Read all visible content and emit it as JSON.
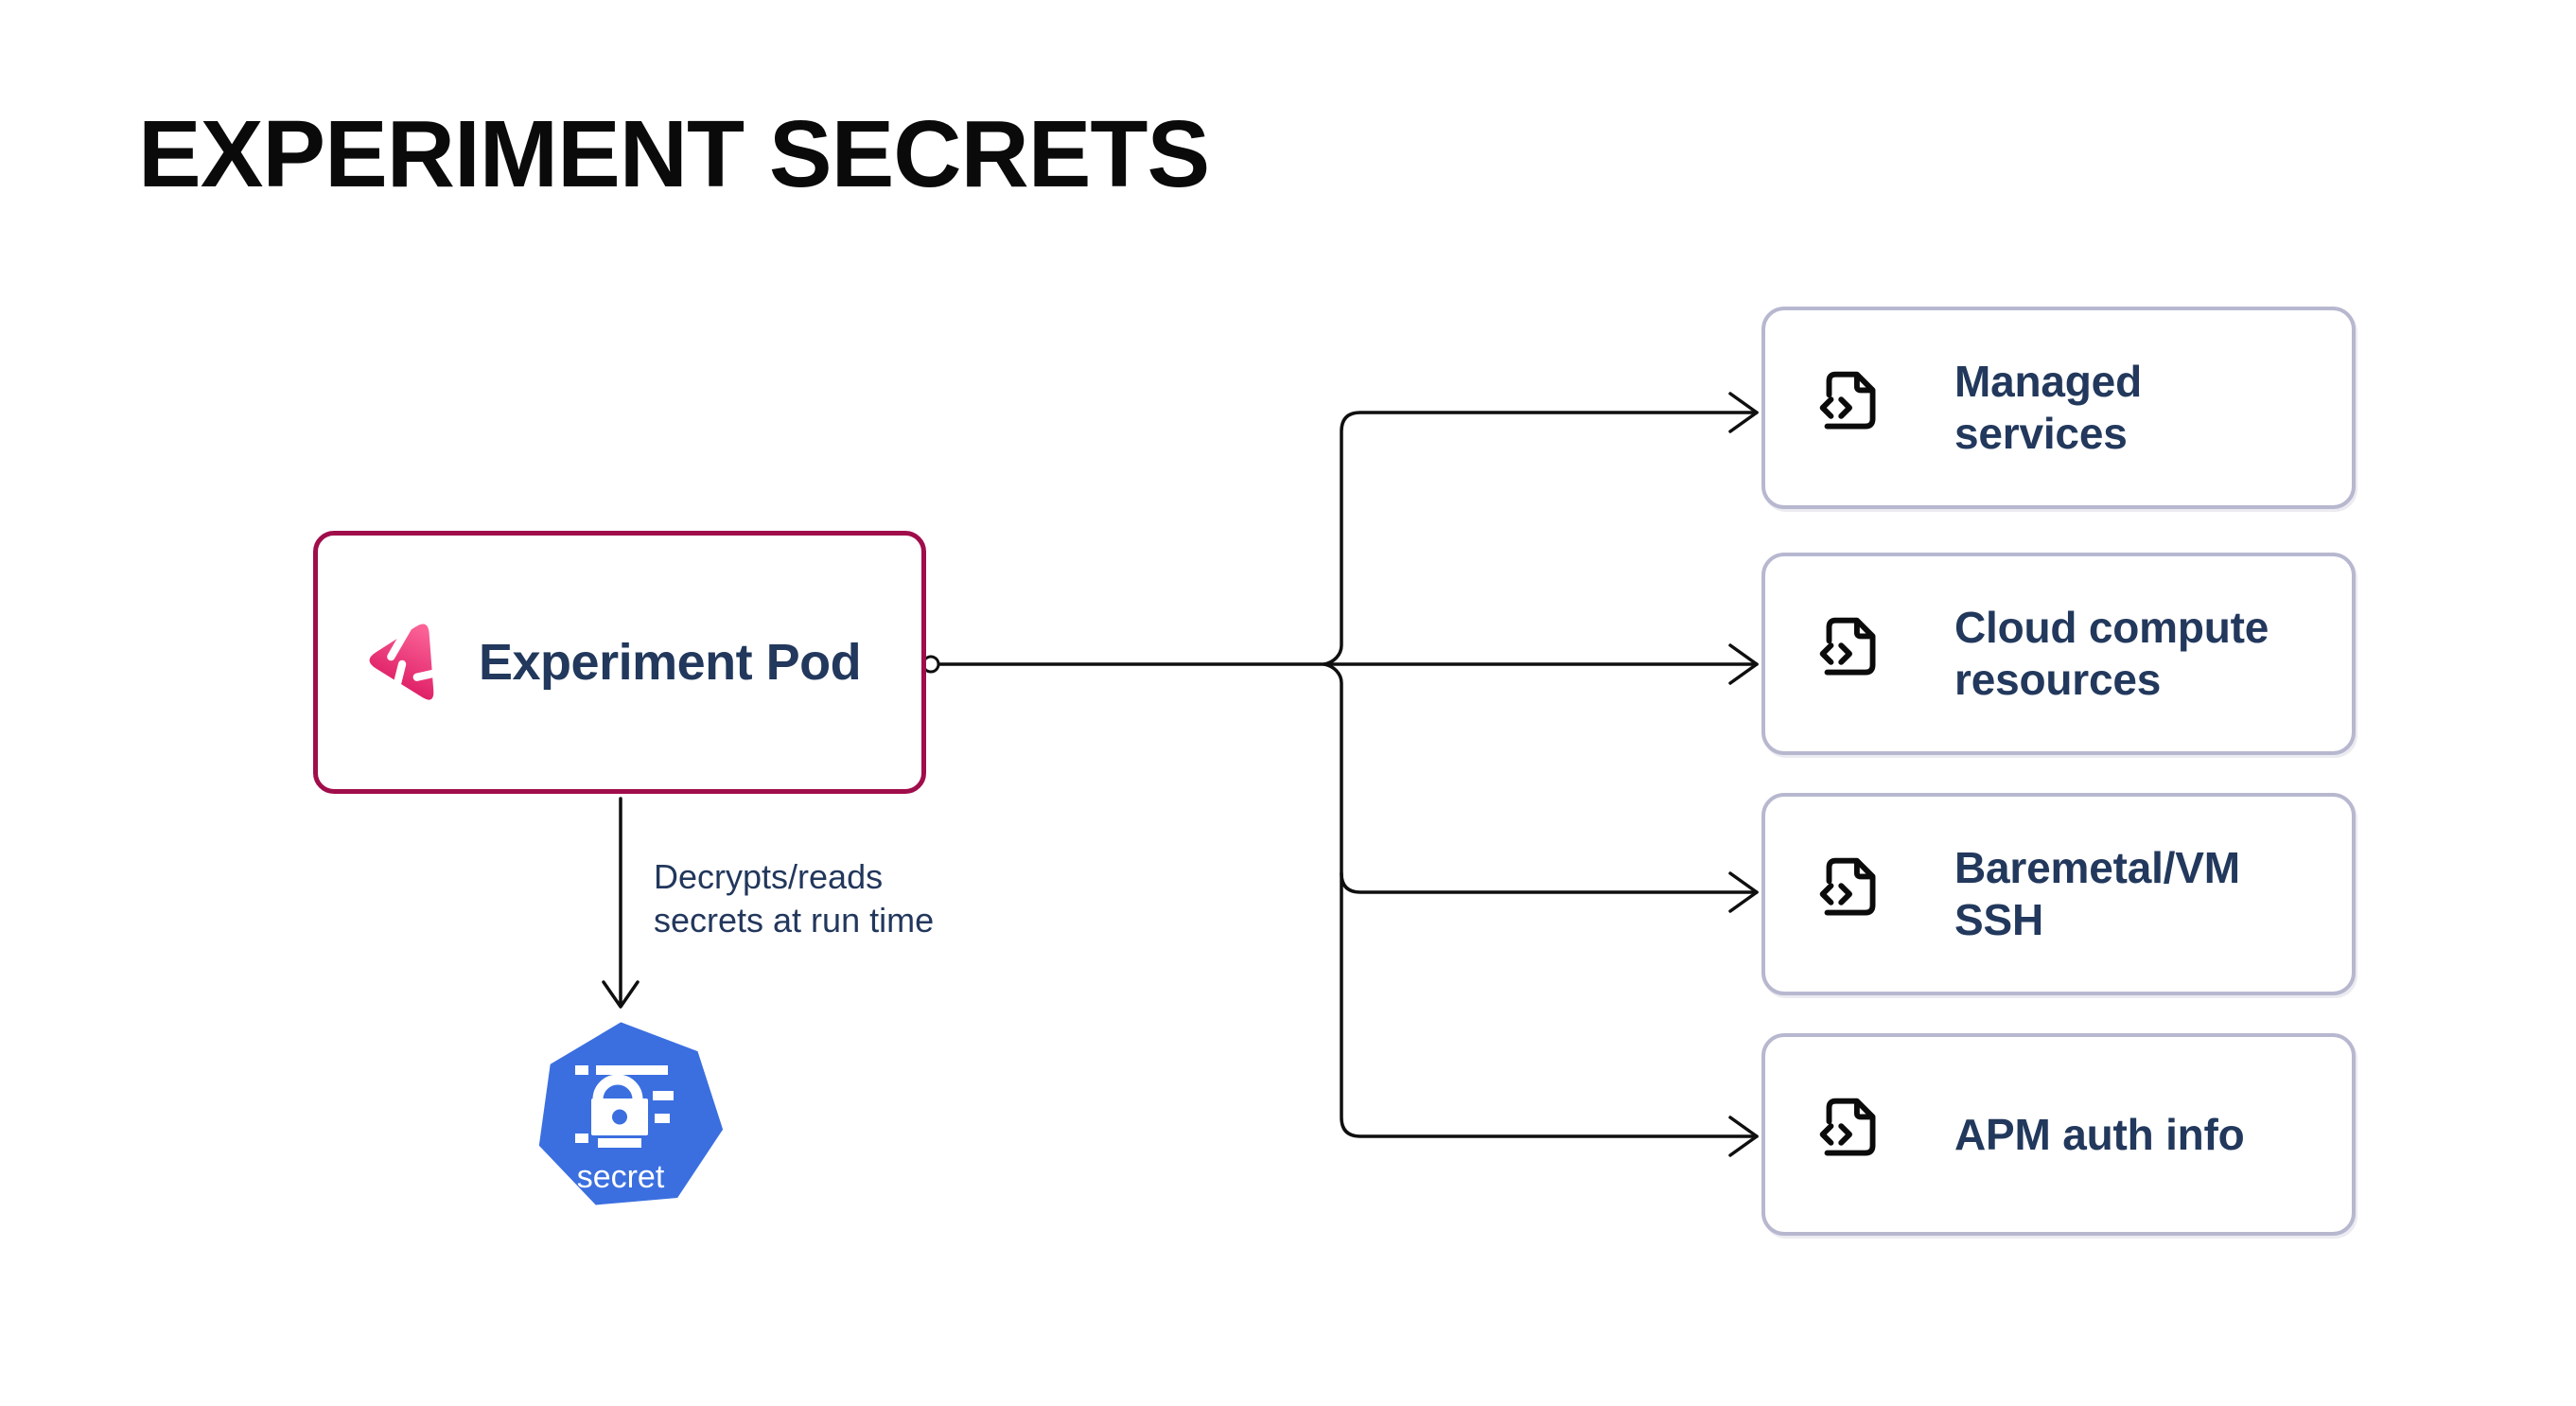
{
  "title": "EXPERIMENT SECRETS",
  "diagram": {
    "pod": {
      "label": "Experiment Pod"
    },
    "edge_label": {
      "line1": "Decrypts/reads",
      "line2": "secrets at run time"
    },
    "secret_node": {
      "label": "secret"
    },
    "targets": [
      {
        "lines": [
          "Managed",
          "services"
        ]
      },
      {
        "lines": [
          "Cloud compute",
          "resources"
        ]
      },
      {
        "lines": [
          "Baremetal/VM",
          "SSH"
        ]
      },
      {
        "lines": [
          "APM auth info"
        ]
      }
    ],
    "icons": {
      "pod_icon": "litmus-experiment-icon",
      "target_icon": "file-code-icon",
      "secret_icon": "kubernetes-secret-heptagon-lock-icon"
    },
    "colors": {
      "title_text": "#0a0a0a",
      "pod_border": "#A00D4B",
      "pod_logo_gradient_start": "#FB6396",
      "pod_logo_gradient_end": "#D8105C",
      "target_border": "#B7B8CF",
      "node_text": "#22385C",
      "edge_line": "#0f0f0f",
      "secret_blue": "#3B6FE0",
      "secret_text": "#ffffff",
      "background": "#ffffff"
    }
  }
}
